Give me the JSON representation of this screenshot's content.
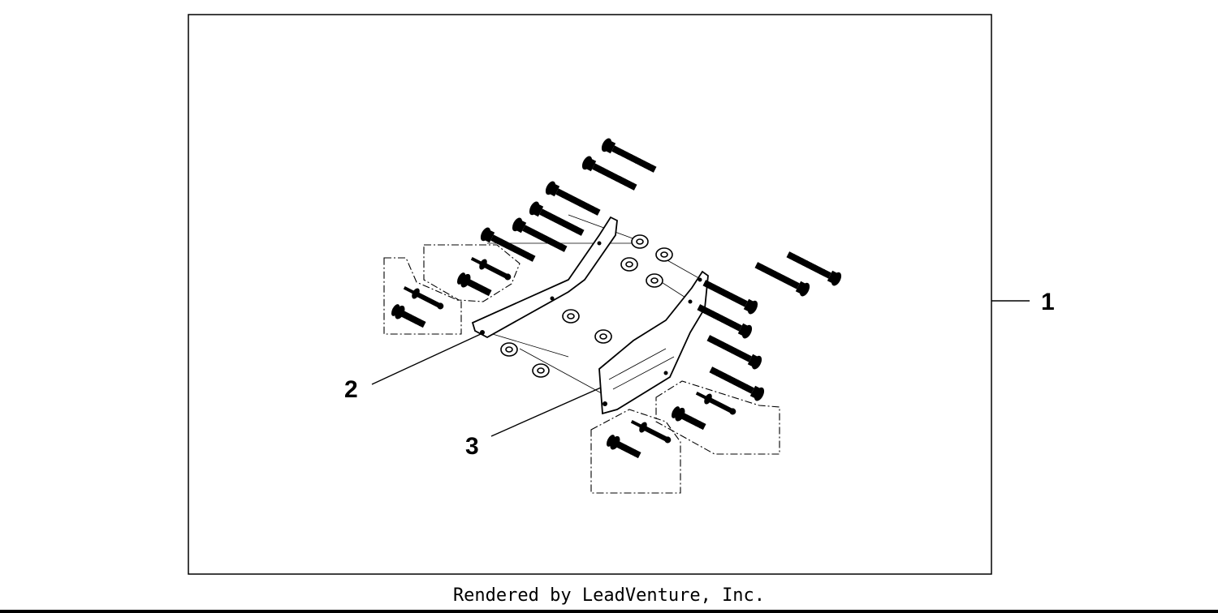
{
  "diagram": {
    "callouts": [
      "1",
      "2",
      "3"
    ],
    "parts": {
      "bracket_left": "bracket",
      "bracket_right": "bracket",
      "bolt": "flange-bolt",
      "nut": "flange-nut",
      "collar": "collar"
    }
  },
  "footer": {
    "text": "Rendered by LeadVenture, Inc."
  }
}
